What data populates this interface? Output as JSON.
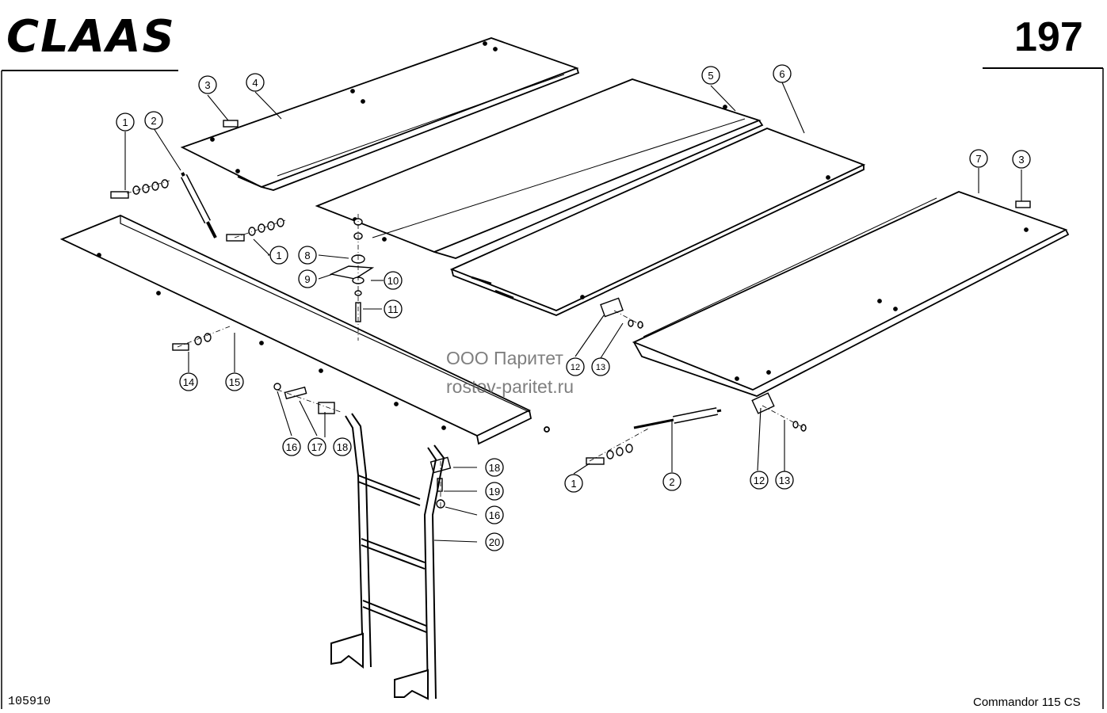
{
  "header": {
    "brand": "CLAAS",
    "page_number": "197"
  },
  "watermark": {
    "line1": "ООО Паритет",
    "line2": "rostov-paritet.ru"
  },
  "footer": {
    "drawing_number": "105910",
    "model": "Commandor 115 CS"
  },
  "callouts": [
    {
      "id": "c1a",
      "label": "1"
    },
    {
      "id": "c2a",
      "label": "2"
    },
    {
      "id": "c3a",
      "label": "3"
    },
    {
      "id": "c4",
      "label": "4"
    },
    {
      "id": "c5",
      "label": "5"
    },
    {
      "id": "c6",
      "label": "6"
    },
    {
      "id": "c7",
      "label": "7"
    },
    {
      "id": "c3b",
      "label": "3"
    },
    {
      "id": "c1b",
      "label": "1"
    },
    {
      "id": "c8",
      "label": "8"
    },
    {
      "id": "c9",
      "label": "9"
    },
    {
      "id": "c10",
      "label": "10"
    },
    {
      "id": "c11",
      "label": "11"
    },
    {
      "id": "c12a",
      "label": "12"
    },
    {
      "id": "c13a",
      "label": "13"
    },
    {
      "id": "c14",
      "label": "14"
    },
    {
      "id": "c15",
      "label": "15"
    },
    {
      "id": "c16a",
      "label": "16"
    },
    {
      "id": "c17",
      "label": "17"
    },
    {
      "id": "c18a",
      "label": "18"
    },
    {
      "id": "c18b",
      "label": "18"
    },
    {
      "id": "c19",
      "label": "19"
    },
    {
      "id": "c16b",
      "label": "16"
    },
    {
      "id": "c20",
      "label": "20"
    },
    {
      "id": "c1c",
      "label": "1"
    },
    {
      "id": "c2b",
      "label": "2"
    },
    {
      "id": "c12b",
      "label": "12"
    },
    {
      "id": "c13b",
      "label": "13"
    }
  ]
}
